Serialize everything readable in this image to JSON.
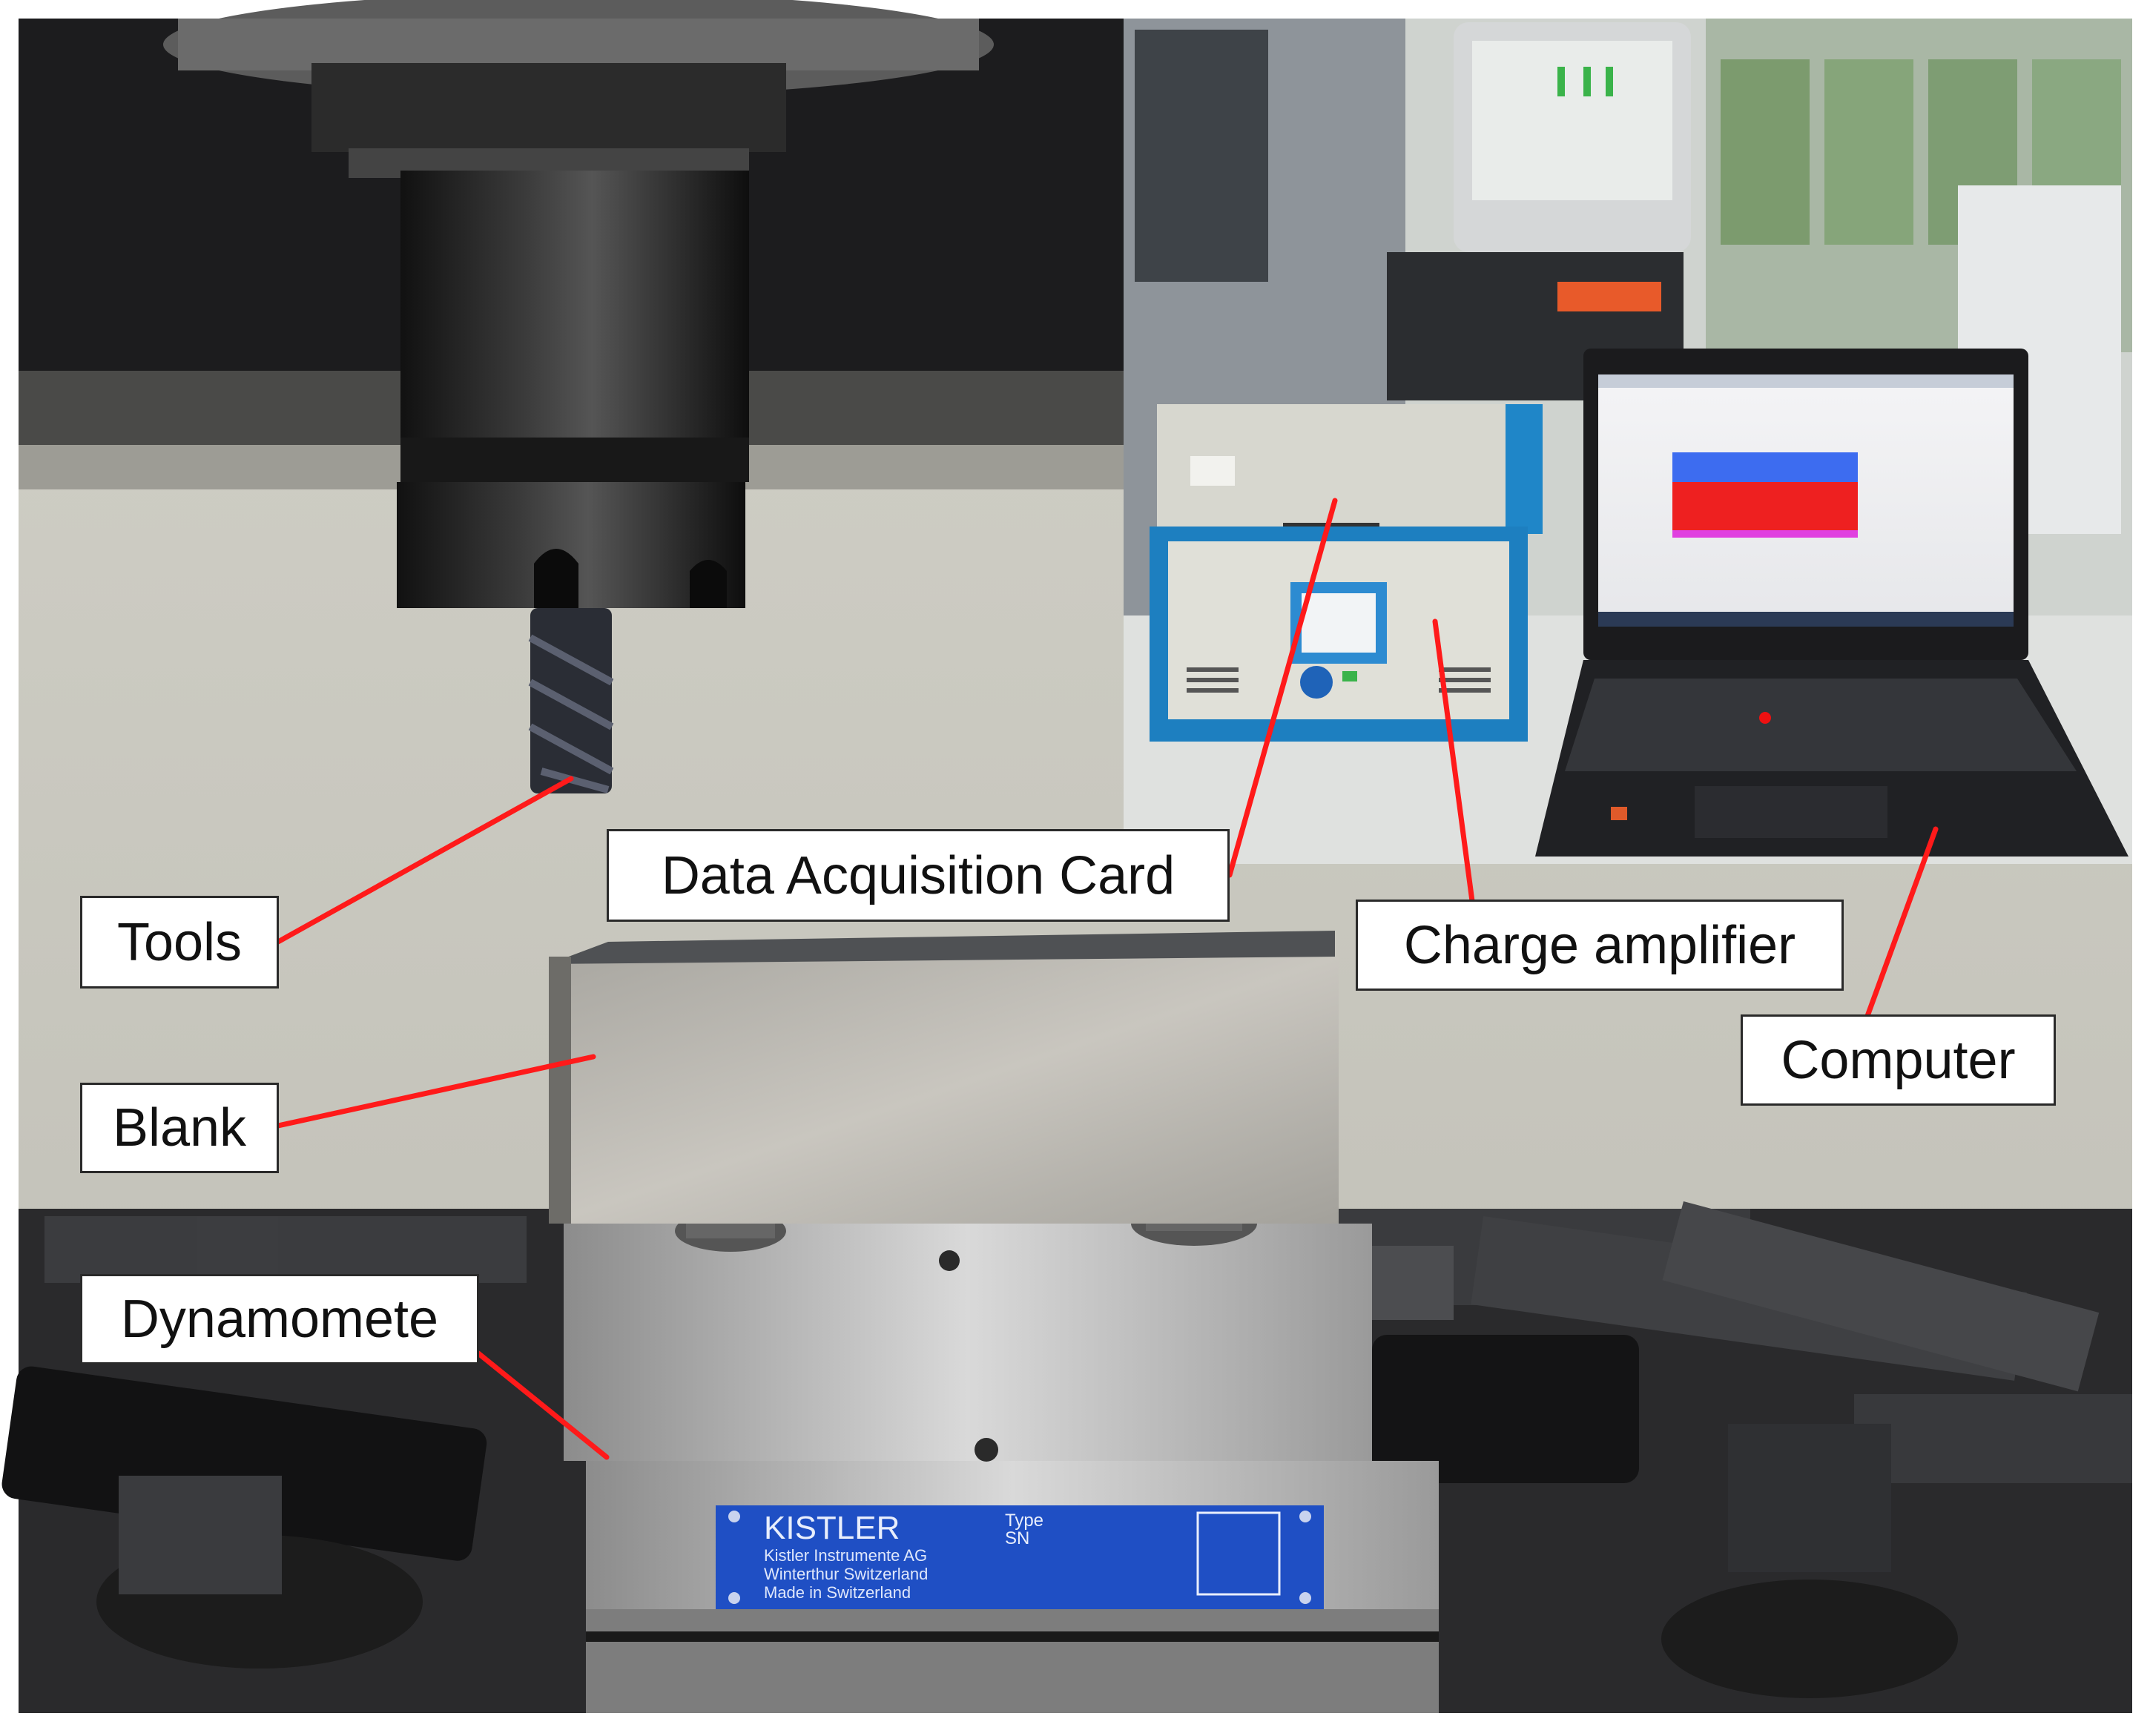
{
  "labels": {
    "tools": "Tools",
    "data_acquisition_card": "Data Acquisition Card",
    "charge_amplifier": "Charge amplifier",
    "computer": "Computer",
    "blank": "Blank",
    "dynamometer": "Dynamomete"
  },
  "nameplate": {
    "brand": "KISTLER",
    "maker": "Kistler Instrumente AG",
    "city": "Winterthur Switzerland",
    "origin": "Made in Switzerland",
    "type_label": "Type",
    "sn_label": "SN"
  },
  "colors": {
    "callout_line": "#ff1a1a",
    "nameplate_blue": "#1f4fc4",
    "instrument_blue": "#1d7fc0",
    "plot_blue": "#3d6cf0",
    "plot_red": "#ee2020",
    "plot_magenta": "#e040e0"
  }
}
